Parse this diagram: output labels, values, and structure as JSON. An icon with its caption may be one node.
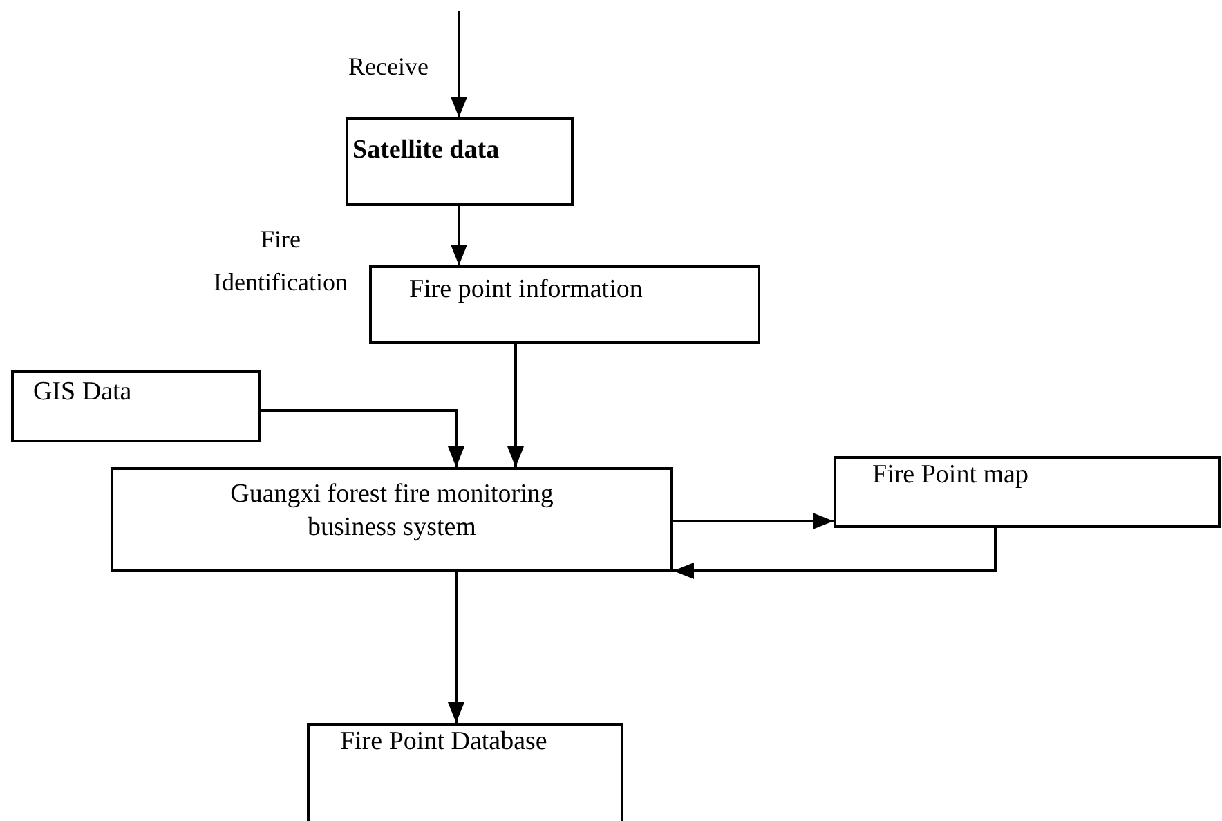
{
  "diagram": {
    "nodes": [
      {
        "text": [
          "Satellite data"
        ]
      },
      {
        "text": [
          "Fire point information"
        ]
      },
      {
        "text": [
          "GIS Data"
        ]
      },
      {
        "text": [
          "Guangxi forest fire monitoring business system"
        ]
      },
      {
        "text": [
          "Fire Point map"
        ]
      },
      {
        "text": [
          "Fire Point Database"
        ]
      }
    ],
    "edges": [
      {
        "from": null,
        "to": 0,
        "arrow": "to",
        "label": "Receive"
      },
      {
        "from": 0,
        "to": 1,
        "arrow": "to",
        "label": "Fire Identification"
      },
      {
        "from": 2,
        "to": 3,
        "arrow": "to"
      },
      {
        "from": 1,
        "to": 3,
        "arrow": "to"
      },
      {
        "from": 3,
        "to": 4,
        "arrow": "to"
      },
      {
        "from": 4,
        "to": 3,
        "arrow": "to"
      },
      {
        "from": 3,
        "to": 5,
        "arrow": "to"
      }
    ]
  }
}
